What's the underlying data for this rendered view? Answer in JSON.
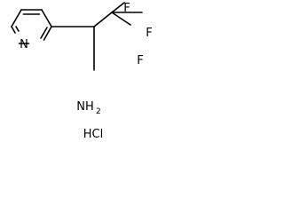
{
  "molecule": {
    "atoms": {
      "n_ring": "N",
      "f1": "F",
      "f2": "F",
      "f3": "F",
      "amine": "NH",
      "amine_subscript": "2"
    },
    "salt": "HCl"
  }
}
